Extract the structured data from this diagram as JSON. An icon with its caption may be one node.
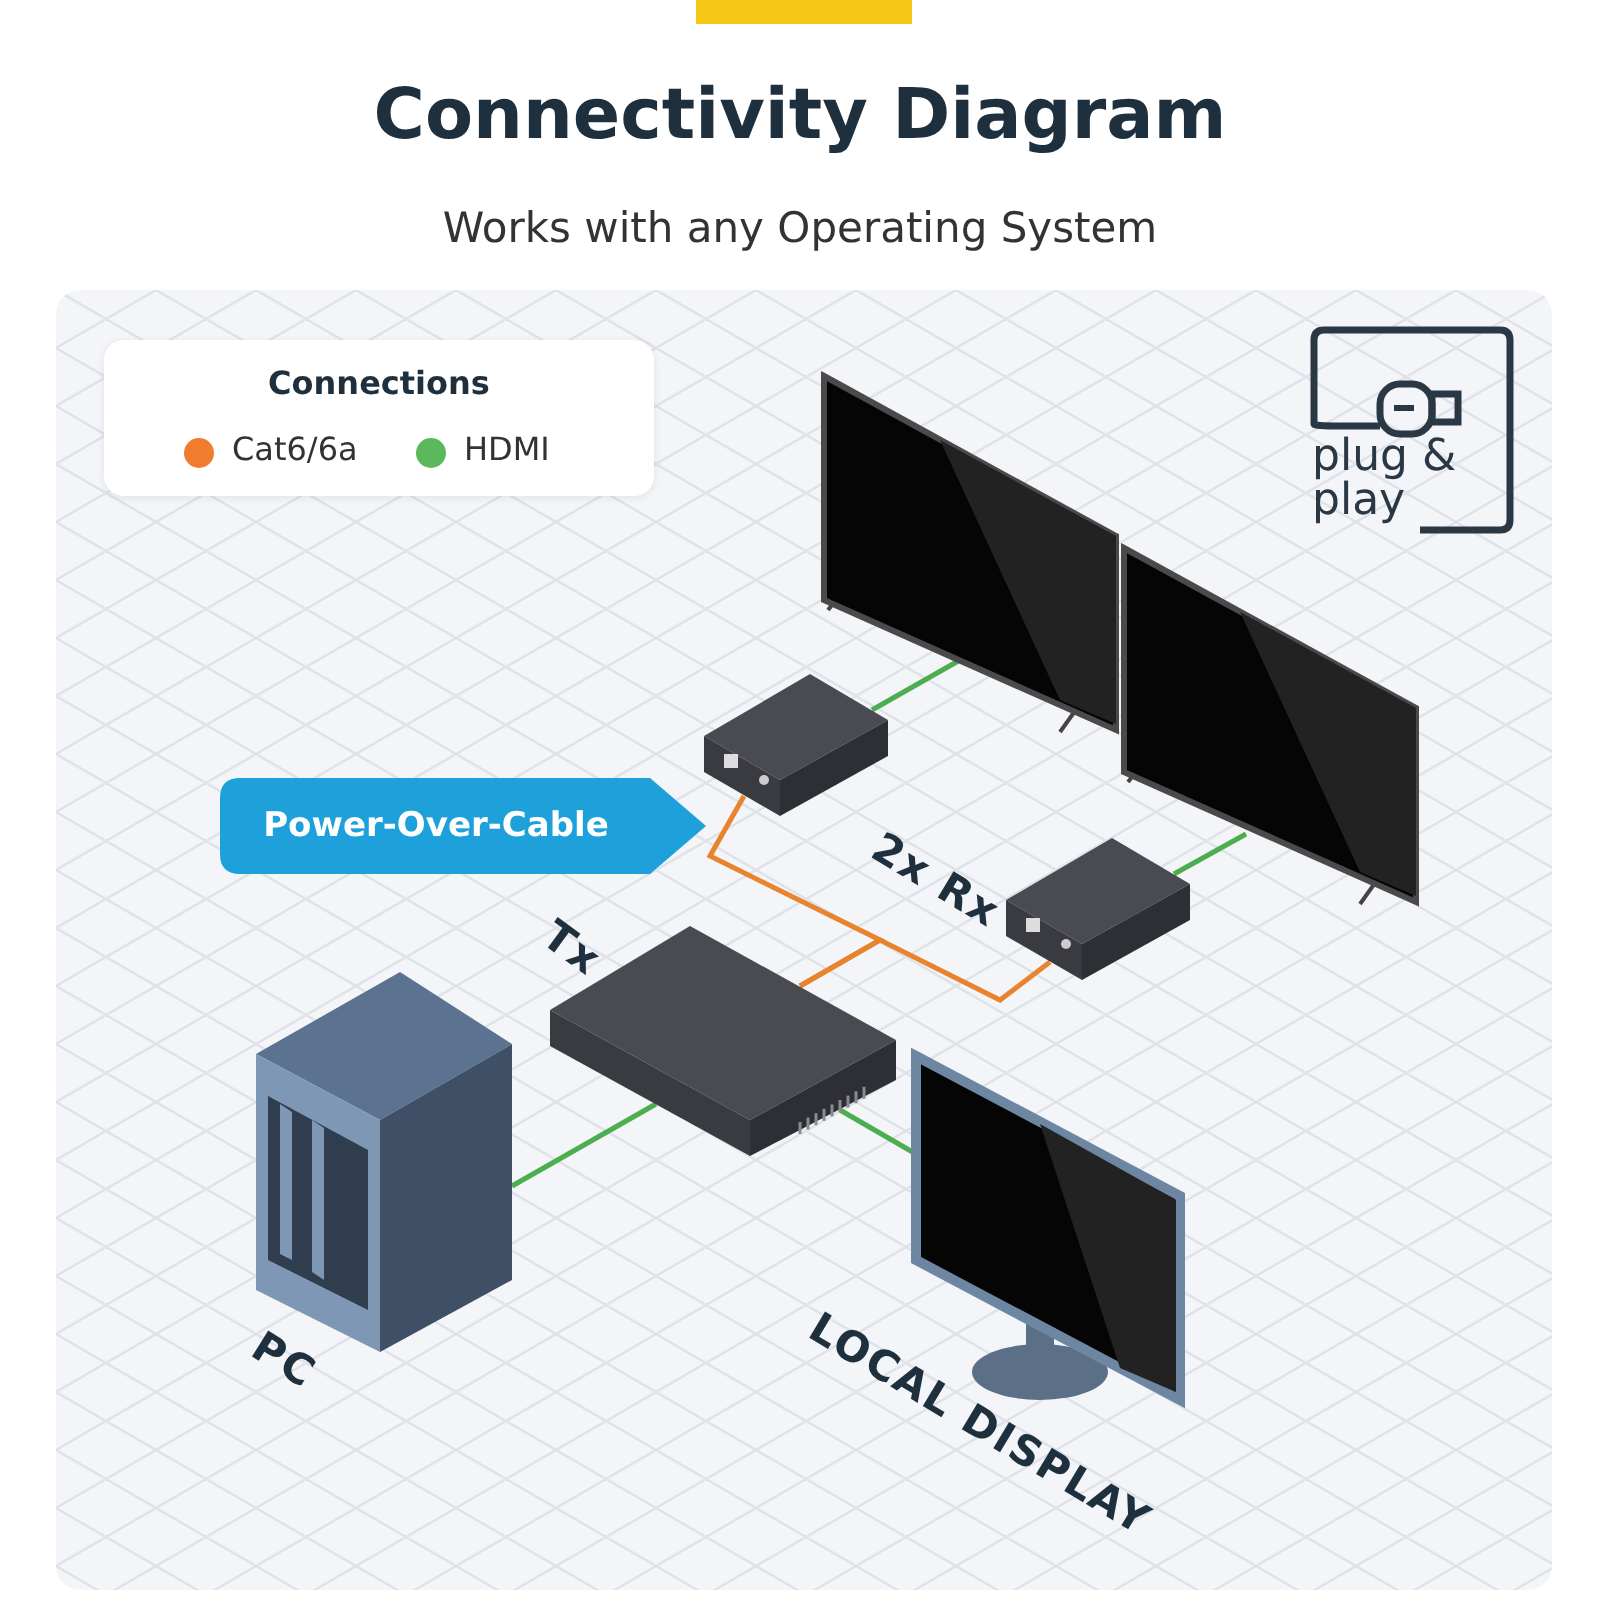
{
  "diagram": {
    "title": "Connectivity Diagram",
    "caption": "Works with any Operating System",
    "nodes": [
      {
        "text": [],
        "shape": "picture",
        "beside": [
          "PC"
        ]
      },
      {
        "text": [],
        "shape": "picture",
        "beside": [
          "Tx"
        ]
      },
      {
        "text": [],
        "shape": "picture"
      },
      {
        "text": [],
        "shape": "picture"
      },
      {
        "text": [],
        "shape": "picture"
      },
      {
        "text": [],
        "shape": "picture"
      },
      {
        "text": [],
        "shape": "picture",
        "beside": [
          "LOCAL DISPLAY"
        ]
      },
      {
        "text": [
          "Power-Over-Cable"
        ]
      }
    ],
    "edges": [
      {
        "from": 0,
        "to": 1,
        "arrow": "none"
      },
      {
        "from": 1,
        "to": 6,
        "arrow": "none"
      },
      {
        "from": 1,
        "to": 2,
        "arrow": "none",
        "color": "#e8832e"
      },
      {
        "from": 1,
        "to": 3,
        "arrow": "none",
        "color": "#e8832e"
      },
      {
        "from": 2,
        "to": 4,
        "arrow": "none"
      },
      {
        "from": 3,
        "to": 5,
        "arrow": "none"
      }
    ],
    "labels": [
      "Connections",
      "plug & play",
      "2x Rx"
    ],
    "legend": [
      {
        "text": "Cat6/6a",
        "color": "#ef7d2d"
      },
      {
        "text": "HDMI",
        "color": "#5cb85c"
      }
    ]
  }
}
